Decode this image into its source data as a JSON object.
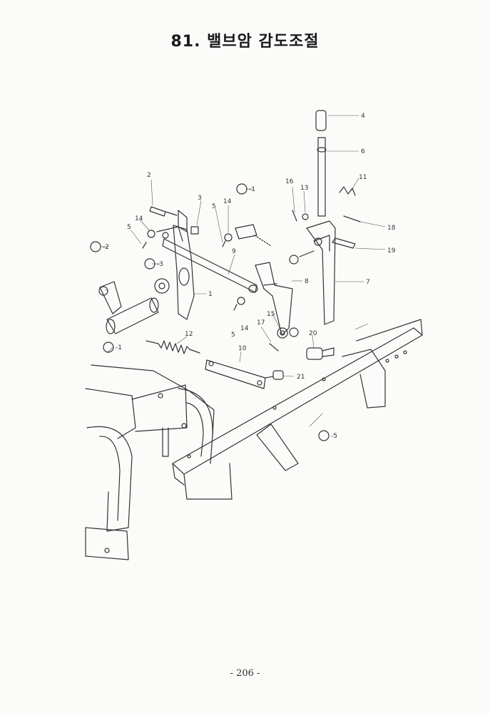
{
  "page": {
    "title": "81. 밸브암 감도조절",
    "page_number": "- 206 -"
  },
  "callouts": [
    {
      "id": "c4",
      "text": "4"
    },
    {
      "id": "c6",
      "text": "6"
    },
    {
      "id": "c11",
      "text": "11"
    },
    {
      "id": "c16",
      "text": "16"
    },
    {
      "id": "c13",
      "text": "13"
    },
    {
      "id": "c18",
      "text": "18"
    },
    {
      "id": "c19",
      "text": "19"
    },
    {
      "id": "c7",
      "text": "7"
    },
    {
      "id": "c2",
      "text": "2"
    },
    {
      "id": "c3",
      "text": "3"
    },
    {
      "id": "c5a",
      "text": "5"
    },
    {
      "id": "c14a",
      "text": "14"
    },
    {
      "id": "c9a",
      "text": "9"
    },
    {
      "id": "c9b",
      "text": "9"
    },
    {
      "id": "c1",
      "text": "1"
    },
    {
      "id": "c14b",
      "text": "14"
    },
    {
      "id": "c5b",
      "text": "5"
    },
    {
      "id": "c8",
      "text": "8"
    },
    {
      "id": "c15",
      "text": "15"
    },
    {
      "id": "c17",
      "text": "17"
    },
    {
      "id": "c20",
      "text": "20"
    },
    {
      "id": "c12",
      "text": "12"
    },
    {
      "id": "c10",
      "text": "10"
    },
    {
      "id": "c21",
      "text": "21"
    },
    {
      "id": "c14c",
      "text": "14"
    },
    {
      "id": "c5c",
      "text": "5"
    },
    {
      "id": "c5d",
      "text": "5"
    }
  ],
  "ref_balloons": [
    {
      "id": "r1",
      "text": "-2"
    },
    {
      "id": "r2",
      "text": "-3"
    },
    {
      "id": "r3",
      "text": "-1"
    },
    {
      "id": "r4",
      "text": "-1"
    },
    {
      "id": "r5",
      "text": "-5"
    }
  ],
  "colors": {
    "ink": "#333333",
    "paper": "#fbfbf9"
  }
}
